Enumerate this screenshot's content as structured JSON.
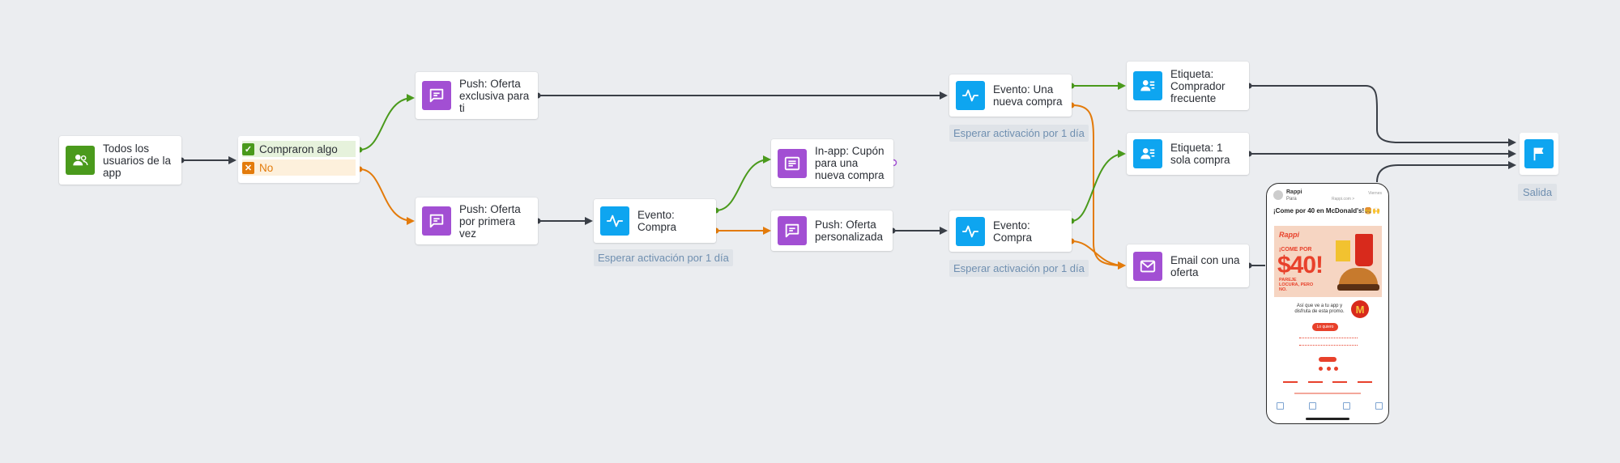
{
  "nodes": {
    "todos": "Todos los usuarios de la app",
    "push_exclusiva": "Push: Oferta exclusiva para ti",
    "push_primera": "Push: Oferta por primera vez",
    "evento_compra_1": "Evento: Compra",
    "inapp_cupon": "In-app: Cupón para una nueva compra",
    "push_personalizada": "Push: Oferta personalizada",
    "evento_nueva_compra": "Evento: Una nueva compra",
    "evento_compra_2": "Evento: Compra",
    "etiqueta_frecuente": "Etiqueta: Comprador frecuente",
    "etiqueta_sola": "Etiqueta: 1 sola compra",
    "email_oferta": "Email con una oferta"
  },
  "condition": {
    "yes_label": "Compraron algo",
    "no_label": "No"
  },
  "waits": {
    "wait_1": "Esperar activación por 1 día",
    "wait_2": "Esperar activación por 1 día",
    "wait_3": "Esperar activación por 1 día"
  },
  "exit_label": "Salida",
  "email_preview": {
    "sender": "Rappi",
    "to": "Para",
    "sender_mid": "Rappi.com >",
    "day": "Viernes",
    "subject": "¡Come por 40 en McDonald's!🍔🙌",
    "banner_brand": "Rappi",
    "banner_line": "¡COME POR",
    "banner_price": "$40!",
    "banner_sub": "PAREJE LOCURA, PERO NO.",
    "body_text": "Así que ve a tu app y disfruta de esta promo.",
    "cta": "Lo quiero",
    "logo": "M"
  },
  "colors": {
    "green": "#4a9a1c",
    "orange": "#e37b0b",
    "purple": "#a24fd3",
    "blue": "#0ea5f0",
    "edge": "#3a3f47"
  },
  "icons": {
    "users": "users-icon",
    "push": "chat-bubble-icon",
    "event": "pulse-icon",
    "inapp": "message-card-icon",
    "tag": "user-tag-icon",
    "email": "envelope-icon",
    "exit": "flag-icon"
  }
}
